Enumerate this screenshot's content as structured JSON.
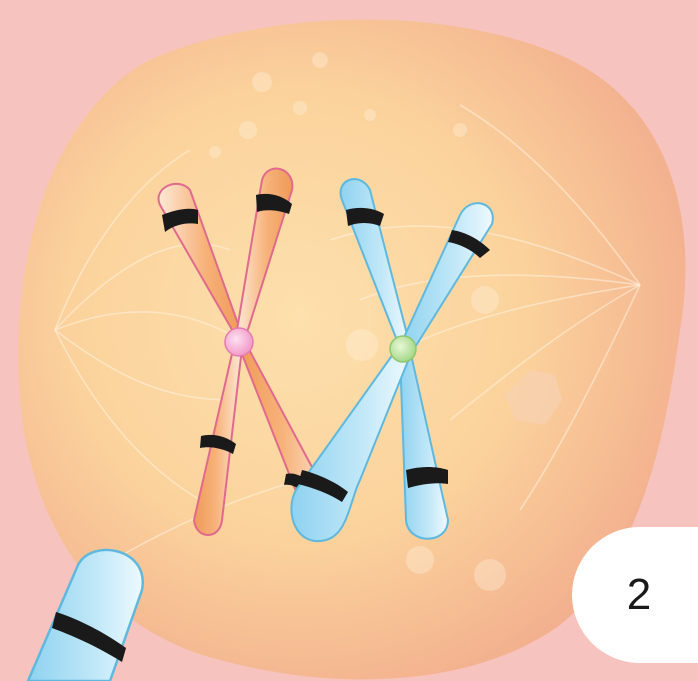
{
  "figure": {
    "step_number": "2",
    "palette": {
      "background": "#f7c3bf",
      "cell": "#fbd9a2",
      "cell_shade": "#f1b08d",
      "chromosome_orange": "#f5a86a",
      "chromosome_orange_outline": "#e06a8e",
      "chromosome_blue": "#a6dcf3",
      "chromosome_blue_outline": "#6cc1e3",
      "centromere_pink": "#f5a5cf",
      "centromere_green": "#b6e29a",
      "band": "#1a1a1a"
    },
    "elements": [
      "cell",
      "spindle-fibers",
      "orange-chromosome",
      "blue-chromosome",
      "chromosome-fragment",
      "step-badge"
    ]
  }
}
